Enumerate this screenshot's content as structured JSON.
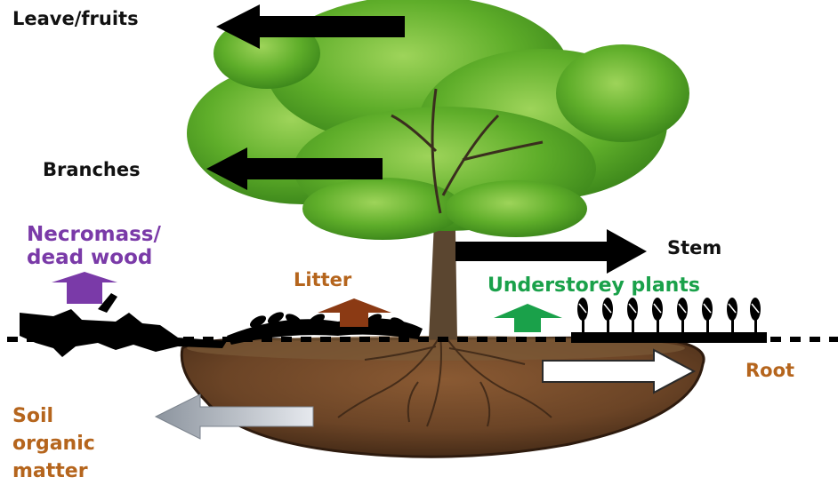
{
  "labels": {
    "leave_fruits": "Leave/fruits",
    "branches": "Branches",
    "stem": "Stem",
    "necromass_line1": "Necromass/",
    "necromass_line2": "dead wood",
    "litter": "Litter",
    "understorey": "Understorey plants",
    "root": "Root",
    "soil_line1": "Soil",
    "soil_line2": "organic",
    "soil_line3": "matter"
  },
  "colors": {
    "black_text": "#111111",
    "necromass": "#7a3aa8",
    "litter": "#b5651d",
    "understorey": "#1aa14a",
    "root": "#b5651d",
    "soil": "#b5651d",
    "arrow_black": "#000000",
    "arrow_necromass": "#7a3aa8",
    "arrow_litter": "#8b3a14",
    "arrow_understorey": "#1aa14a",
    "arrow_soil": "#b8bfc8",
    "foliage": "#5fae2a",
    "trunk": "#5b4630",
    "soil_fill": "#6b4426"
  }
}
